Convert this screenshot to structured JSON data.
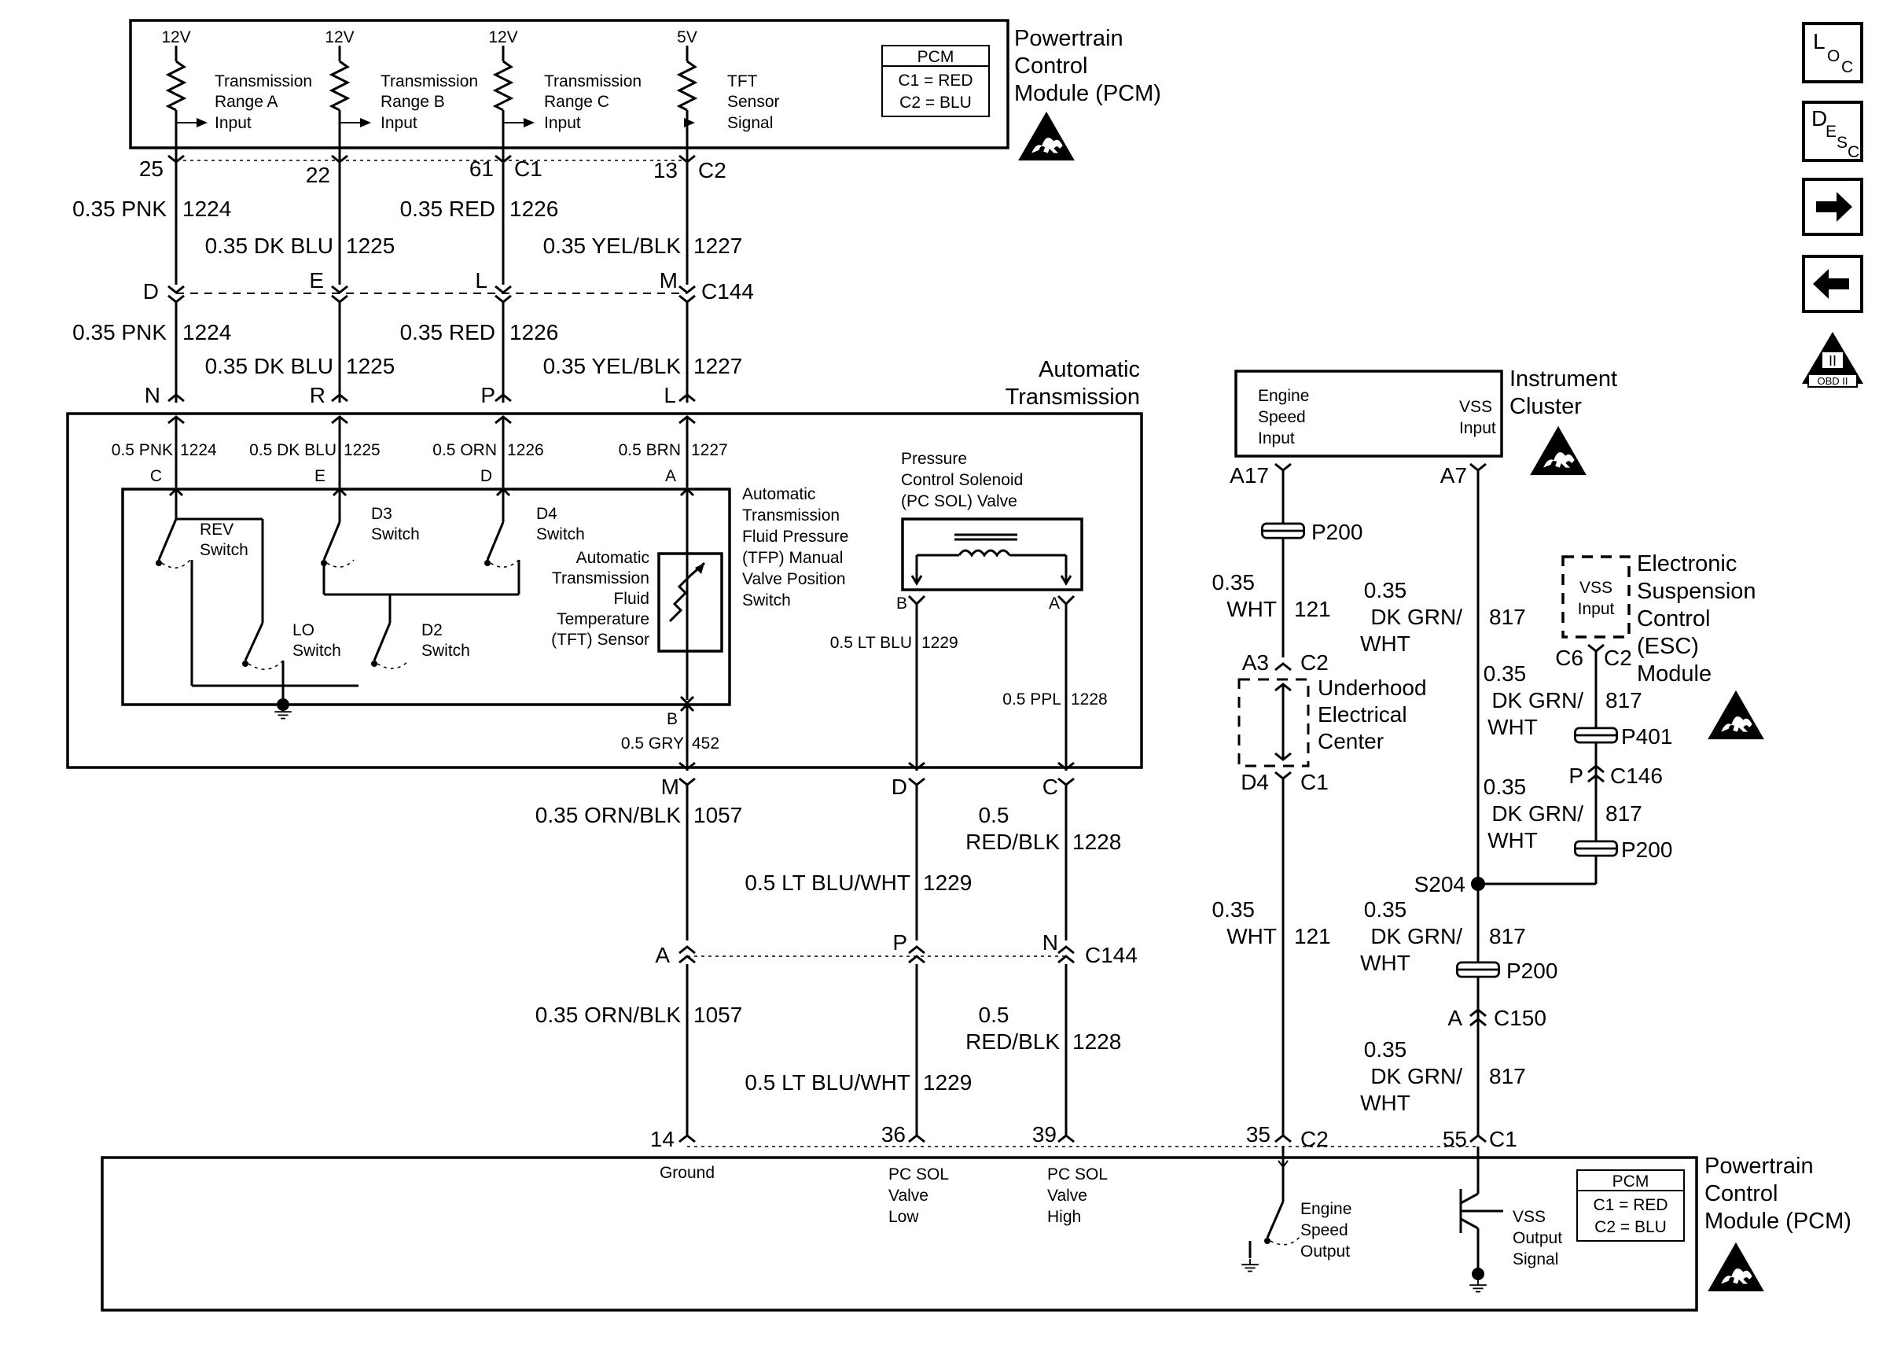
{
  "pcm_top": {
    "title": "Powertrain Control Module (PCM)",
    "title_lines": [
      "Powertrain",
      "Control",
      "Module (PCM)"
    ],
    "connector_key": {
      "header": "PCM",
      "c1": "C1 = RED",
      "c2": "C2 = BLU"
    },
    "inputs": [
      {
        "voltage": "12V",
        "label": [
          "Transmission",
          "Range A",
          "Input"
        ],
        "pin": "25",
        "connector": ""
      },
      {
        "voltage": "12V",
        "label": [
          "Transmission",
          "Range B",
          "Input"
        ],
        "pin": "22",
        "connector": ""
      },
      {
        "voltage": "12V",
        "label": [
          "Transmission",
          "Range C",
          "Input"
        ],
        "pin": "61",
        "connector": "C1"
      },
      {
        "voltage": "5V",
        "label": [
          "TFT",
          "Sensor",
          "Signal"
        ],
        "pin": "13",
        "connector": "C2"
      }
    ]
  },
  "wires_upper": [
    {
      "size_color": "0.35 PNK",
      "circuit": "1224"
    },
    {
      "size_color": "0.35 DK BLU",
      "circuit": "1225"
    },
    {
      "size_color": "0.35 RED",
      "circuit": "1226"
    },
    {
      "size_color": "0.35 YEL/BLK",
      "circuit": "1227"
    }
  ],
  "c144_top": {
    "name": "C144",
    "pins": [
      "D",
      "E",
      "L",
      "M"
    ]
  },
  "wires_mid": [
    {
      "size_color": "0.35 PNK",
      "circuit": "1224"
    },
    {
      "size_color": "0.35 DK BLU",
      "circuit": "1225"
    },
    {
      "size_color": "0.35 RED",
      "circuit": "1226"
    },
    {
      "size_color": "0.35 YEL/BLK",
      "circuit": "1227"
    }
  ],
  "trans_connector_pins": [
    "N",
    "R",
    "P",
    "L"
  ],
  "automatic_transmission": {
    "title_lines": [
      "Automatic",
      "Transmission"
    ],
    "internal_wires": [
      {
        "size_color": "0.5 PNK",
        "circuit": "1224",
        "pin": "C"
      },
      {
        "size_color": "0.5 DK BLU",
        "circuit": "1225",
        "pin": "E"
      },
      {
        "size_color": "0.5 ORN",
        "circuit": "1226",
        "pin": "D"
      },
      {
        "size_color": "0.5 BRN",
        "circuit": "1227",
        "pin": "A"
      }
    ],
    "switches": {
      "rev": [
        "REV",
        "Switch"
      ],
      "d3": [
        "D3",
        "Switch"
      ],
      "d4": [
        "D4",
        "Switch"
      ],
      "lo": [
        "LO",
        "Switch"
      ],
      "d2": [
        "D2",
        "Switch"
      ]
    },
    "tfp_label": [
      "Automatic",
      "Transmission",
      "Fluid Pressure",
      "(TFP) Manual",
      "Valve Position",
      "Switch"
    ],
    "tft_label": [
      "Automatic",
      "Transmission",
      "Fluid",
      "Temperature",
      "(TFT) Sensor"
    ],
    "tft_lower_pin": "B",
    "ground_wire": {
      "size_color": "0.5 GRY",
      "circuit": "452"
    },
    "pc_sol_label": [
      "Pressure",
      "Control Solenoid",
      "(PC SOL) Valve"
    ],
    "pc_sol_pins": [
      "B",
      "A"
    ],
    "pc_sol_wires": [
      {
        "size_color": "0.5 LT BLU",
        "circuit": "1229"
      },
      {
        "size_color": "0.5 PPL",
        "circuit": "1228"
      }
    ]
  },
  "trans_out_pins": [
    "M",
    "D",
    "C"
  ],
  "wires_lower_a": [
    {
      "size_color": "0.35 ORN/BLK",
      "circuit": "1057"
    },
    {
      "size_color": "0.5 LT BLU/WHT",
      "circuit": "1229"
    },
    {
      "size_color": [
        "0.5",
        "RED/BLK"
      ],
      "circuit": "1228"
    }
  ],
  "c144_bottom": {
    "name": "C144",
    "pins": [
      "A",
      "P",
      "N"
    ]
  },
  "wires_lower_b": [
    {
      "size_color": "0.35 ORN/BLK",
      "circuit": "1057"
    },
    {
      "size_color": "0.5 LT BLU/WHT",
      "circuit": "1229"
    },
    {
      "size_color": [
        "0.5",
        "RED/BLK"
      ],
      "circuit": "1228"
    }
  ],
  "instrument_cluster": {
    "title_lines": [
      "Instrument",
      "Cluster"
    ],
    "engine_input": [
      "Engine",
      "Speed",
      "Input"
    ],
    "vss_input": [
      "VSS",
      "Input"
    ],
    "pins": [
      "A17",
      "A7"
    ]
  },
  "engine_speed_circuit": {
    "splice_top": "P200",
    "wire1": {
      "size_color": [
        "0.35",
        "WHT"
      ],
      "circuit": "121"
    },
    "uec_top": {
      "pin": "A3",
      "connector": "C2"
    },
    "uec_title": [
      "Underhood",
      "Electrical",
      "Center"
    ],
    "uec_bottom": {
      "pin": "D4",
      "connector": "C1"
    },
    "wire2": {
      "size_color": [
        "0.35",
        "WHT"
      ],
      "circuit": "121"
    }
  },
  "vss_circuit": {
    "wire1": {
      "size_color": [
        "0.35",
        "DK GRN/",
        "WHT"
      ],
      "circuit": "817"
    },
    "splice": "S204",
    "wire2": {
      "size_color": [
        "0.35",
        "DK GRN/",
        "WHT"
      ],
      "circuit": "817"
    },
    "splice_p200": "P200",
    "c150": {
      "pin": "A",
      "name": "C150"
    },
    "wire3": {
      "size_color": [
        "0.35",
        "DK GRN/",
        "WHT"
      ],
      "circuit": "817"
    }
  },
  "esc_module": {
    "title_lines": [
      "Electronic",
      "Suspension",
      "Control",
      "(ESC)",
      "Module"
    ],
    "vss_input": [
      "VSS",
      "Input"
    ],
    "pin": "C6",
    "connector": "C2",
    "wire1": {
      "size_color": [
        "0.35",
        "DK GRN/",
        "WHT"
      ],
      "circuit": "817"
    },
    "splice_p401": "P401",
    "c146": {
      "pin": "P",
      "name": "C146"
    },
    "wire2": {
      "size_color": [
        "0.35",
        "DK GRN/",
        "WHT"
      ],
      "circuit": "817"
    },
    "splice_p200": "P200"
  },
  "pcm_bottom": {
    "title_lines": [
      "Powertrain",
      "Control",
      "Module (PCM)"
    ],
    "connector_key": {
      "header": "PCM",
      "c1": "C1 = RED",
      "c2": "C2 = BLU"
    },
    "pins": [
      {
        "pin": "14",
        "connector": "",
        "label": [
          "Ground"
        ]
      },
      {
        "pin": "36",
        "connector": "",
        "label": [
          "PC SOL",
          "Valve",
          "Low"
        ]
      },
      {
        "pin": "39",
        "connector": "",
        "label": [
          "PC SOL",
          "Valve",
          "High"
        ]
      },
      {
        "pin": "35",
        "connector": "C2",
        "label": [
          "Engine",
          "Speed",
          "Output"
        ]
      },
      {
        "pin": "55",
        "connector": "C1",
        "label": [
          "VSS",
          "Output",
          "Signal"
        ]
      }
    ]
  },
  "nav_icons": {
    "loc": {
      "main": "L",
      "sub1": "O",
      "sub2": "C"
    },
    "desc": {
      "main": "D",
      "sub1": "E",
      "sub2": "S",
      "sub3": "C"
    },
    "next": "right-arrow-icon",
    "prev": "left-arrow-icon",
    "obd": {
      "top": "II",
      "bottom": "OBD II"
    }
  }
}
